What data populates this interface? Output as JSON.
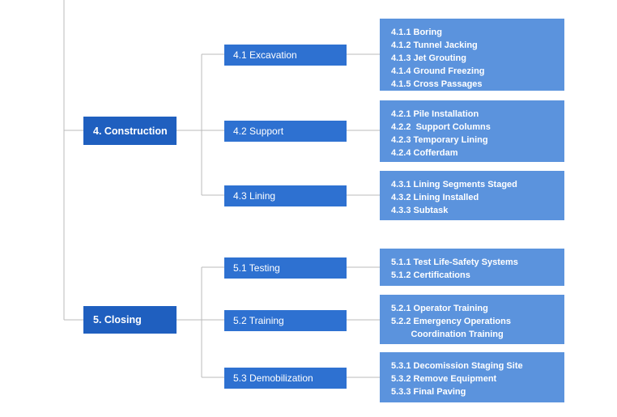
{
  "colors": {
    "level1_box": "#1f5fbf",
    "level2_box": "#2e71d1",
    "level3_box": "#5b93dd",
    "connector": "#bbbbbb",
    "text": "#ffffff"
  },
  "phases": [
    {
      "label": "4. Construction",
      "groups": [
        {
          "label": "4.1 Excavation",
          "items": [
            "4.1.1 Boring",
            "4.1.2 Tunnel Jacking",
            "4.1.3 Jet Grouting",
            "4.1.4 Ground Freezing",
            "4.1.5 Cross Passages"
          ]
        },
        {
          "label": "4.2 Support",
          "items": [
            "4.2.1 Pile Installation",
            "4.2.2  Support Columns",
            "4.2.3 Temporary Lining",
            "4.2.4 Cofferdam"
          ]
        },
        {
          "label": "4.3 Lining",
          "items": [
            "4.3.1 Lining Segments Staged",
            "4.3.2 Lining Installed",
            "4.3.3 Subtask"
          ]
        }
      ]
    },
    {
      "label": "5. Closing",
      "groups": [
        {
          "label": "5.1 Testing",
          "items": [
            "5.1.1 Test Life-Safety Systems",
            "5.1.2 Certifications"
          ]
        },
        {
          "label": "5.2 Training",
          "items": [
            "5.2.1 Operator Training",
            "5.2.2 Emergency Operations",
            "        Coordination Training"
          ]
        },
        {
          "label": "5.3 Demobilization",
          "items": [
            "5.3.1 Decomission Staging Site",
            "5.3.2 Remove Equipment",
            "5.3.3 Final Paving"
          ]
        }
      ]
    }
  ]
}
